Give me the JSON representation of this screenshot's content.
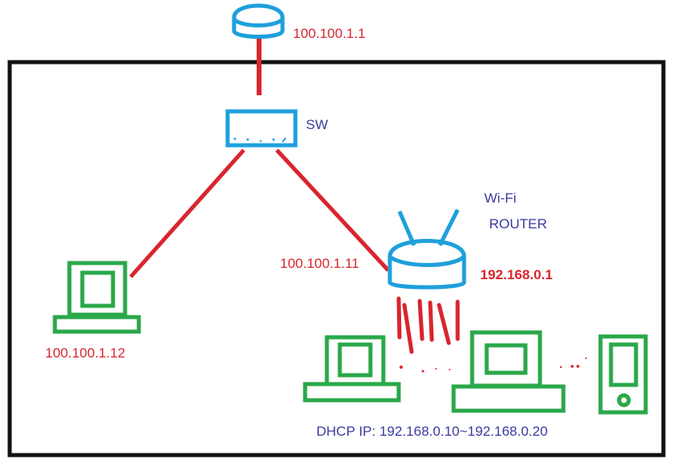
{
  "colors": {
    "cable": "#d9252f",
    "network_device": "#1ea0dc",
    "client_device": "#2aa84a",
    "boundary": "#111111",
    "ip_label": "#d9252f",
    "device_label": "#3a3aa0"
  },
  "nodes": {
    "upstream": {
      "icon": "server-icon",
      "ip": "100.100.1.1"
    },
    "switch": {
      "icon": "switch-icon",
      "label": "SW"
    },
    "pc_left": {
      "icon": "computer-icon",
      "ip": "100.100.1.12"
    },
    "router": {
      "icon": "wifi-router-icon",
      "label_line1": "Wi-Fi",
      "label_line2": "ROUTER",
      "wan_ip": "100.100.1.11",
      "lan_ip": "192.168.0.1"
    },
    "wifi_clients": [
      {
        "icon": "computer-icon",
        "type": "desktop"
      },
      {
        "icon": "computer-icon",
        "type": "desktop"
      },
      {
        "icon": "phone-icon",
        "type": "mobile"
      }
    ],
    "dhcp": {
      "label": "DHCP IP: 192.168.0.10~192.168.0.20"
    }
  }
}
